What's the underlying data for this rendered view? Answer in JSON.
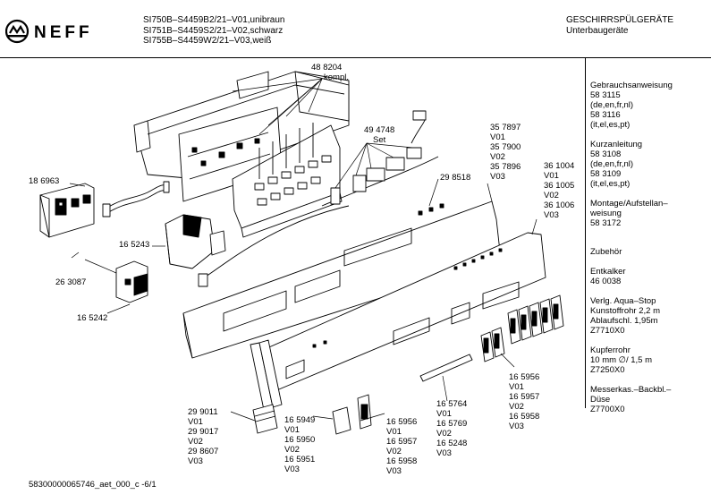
{
  "header": {
    "brand": "NEFF",
    "models": [
      "SI750B–S4459B2/21–V01,unibraun",
      "SI751B–S4459S2/21–V02,schwarz",
      "SI755B–S4459W2/21–V03,weiß"
    ],
    "category": "GESCHIRRSPÜLGERÄTE",
    "subcategory": "Unterbaugeräte"
  },
  "sidebar": {
    "gebrauch": [
      "Gebrauchsanweisung",
      "58 3115",
      "(de,en,fr,nl)",
      "58 3116",
      "(it,el,es,pt)"
    ],
    "kurz": [
      "Kurzanleitung",
      "58 3108",
      "(de,en,fr,nl)",
      "58 3109",
      "(it,el,es,pt)"
    ],
    "montage": [
      "Montage/Aufstellan–",
      "weisung",
      "58 3172"
    ],
    "zubehoer": [
      "Zubehör"
    ],
    "entkalker": [
      "Entkalker",
      "46 0038"
    ],
    "aqua": [
      "Verlg. Aqua–Stop",
      "Kunstoffrohr 2,2 m",
      "Ablaufschl. 1,95m",
      "Z7710X0"
    ],
    "kupfer": [
      "Kupferrohr",
      "10 mm ∅/ 1,5 m",
      "Z7250X0"
    ],
    "messer": [
      "Messerkas.–Backbl.–",
      "Düse",
      "Z7700X0"
    ]
  },
  "parts": {
    "p488204": [
      "48 8204",
      "kompl."
    ],
    "p186963": [
      "18 6963"
    ],
    "p494748": [
      "49 4748",
      "Set"
    ],
    "p298518": [
      "29 8518"
    ],
    "p357897": [
      "35 7897",
      "V01",
      "35 7900",
      "V02",
      "35 7896",
      "V03"
    ],
    "p361004": [
      "36 1004",
      "V01",
      "36 1005",
      "V02",
      "36 1006",
      "V03"
    ],
    "p165243": [
      "16 5243"
    ],
    "p263087": [
      "26 3087"
    ],
    "p165242": [
      "16 5242"
    ],
    "p299011": [
      "29 9011",
      "V01",
      "29 9017",
      "V02",
      "29 8607",
      "V03"
    ],
    "p165949": [
      "16 5949",
      "V01",
      "16 5950",
      "V02",
      "16 5951",
      "V03"
    ],
    "p165956a": [
      "16 5956",
      "V01",
      "16 5957",
      "V02",
      "16 5958",
      "V03"
    ],
    "p165764": [
      "16 5764",
      "V01",
      "16 5769",
      "V02",
      "16 5248",
      "V03"
    ],
    "p165956b": [
      "16 5956",
      "V01",
      "16 5957",
      "V02",
      "16 5958",
      "V03"
    ]
  },
  "footer": {
    "code": "58300000065746_aet_000_c  -6/1"
  }
}
